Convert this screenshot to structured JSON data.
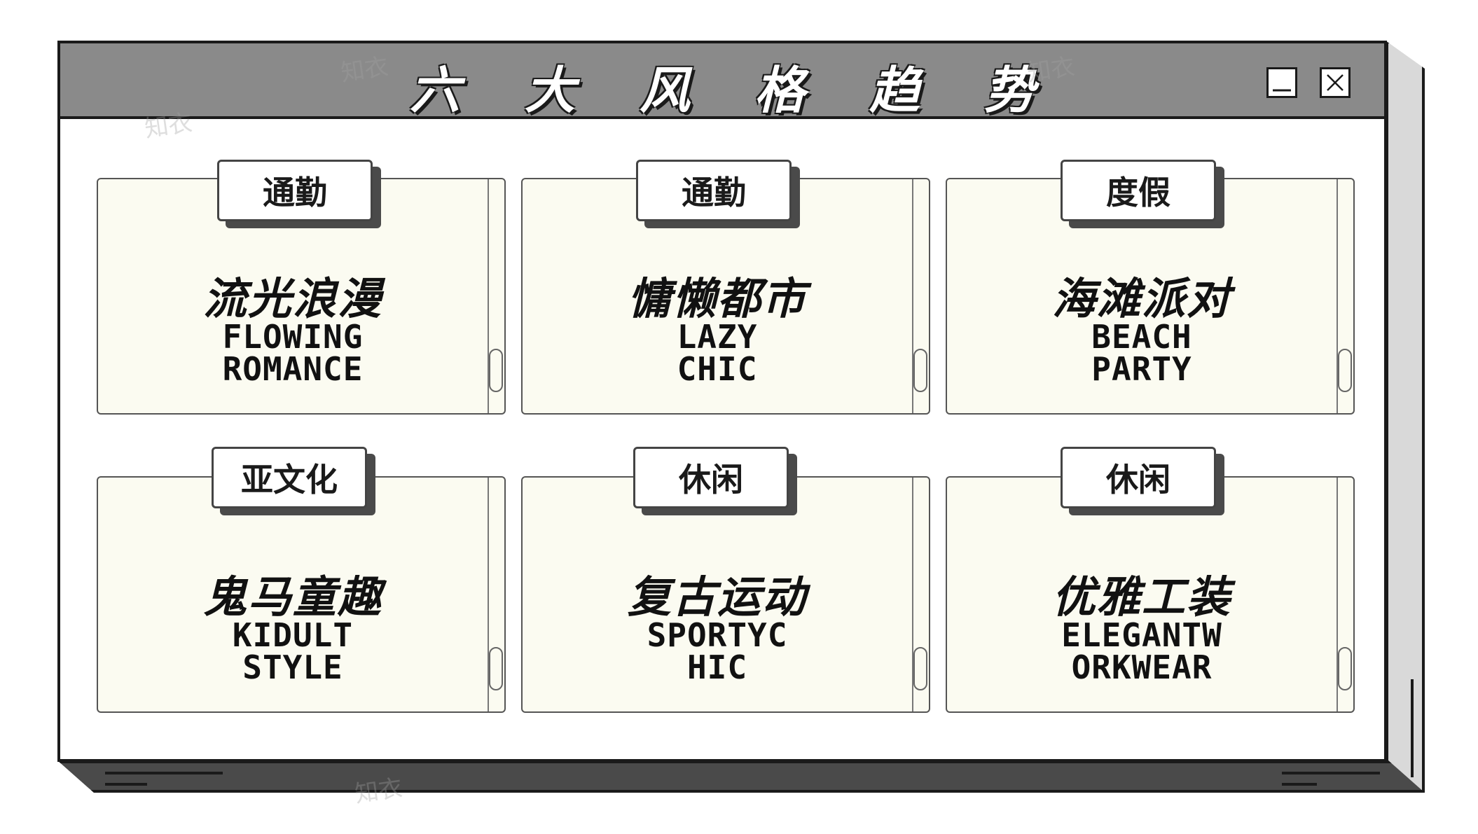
{
  "window": {
    "title": "六大风格趋势",
    "watermark": "知衣"
  },
  "cards": [
    {
      "tag": "通勤",
      "title": "流光浪漫",
      "subtitle_line1": "FLOWING",
      "subtitle_line2": "ROMANCE"
    },
    {
      "tag": "通勤",
      "title": "慵懒都市",
      "subtitle_line1": "LAZY",
      "subtitle_line2": "CHIC"
    },
    {
      "tag": "度假",
      "title": "海滩派对",
      "subtitle_line1": "BEACH",
      "subtitle_line2": "PARTY"
    },
    {
      "tag": "亚文化",
      "title": "鬼马童趣",
      "subtitle_line1": "KIDULT",
      "subtitle_line2": "STYLE"
    },
    {
      "tag": "休闲",
      "title": "复古运动",
      "subtitle_line1": "SPORTYC",
      "subtitle_line2": "HIC"
    },
    {
      "tag": "休闲",
      "title": "优雅工装",
      "subtitle_line1": "ELEGANTW",
      "subtitle_line2": "ORKWEAR"
    }
  ]
}
